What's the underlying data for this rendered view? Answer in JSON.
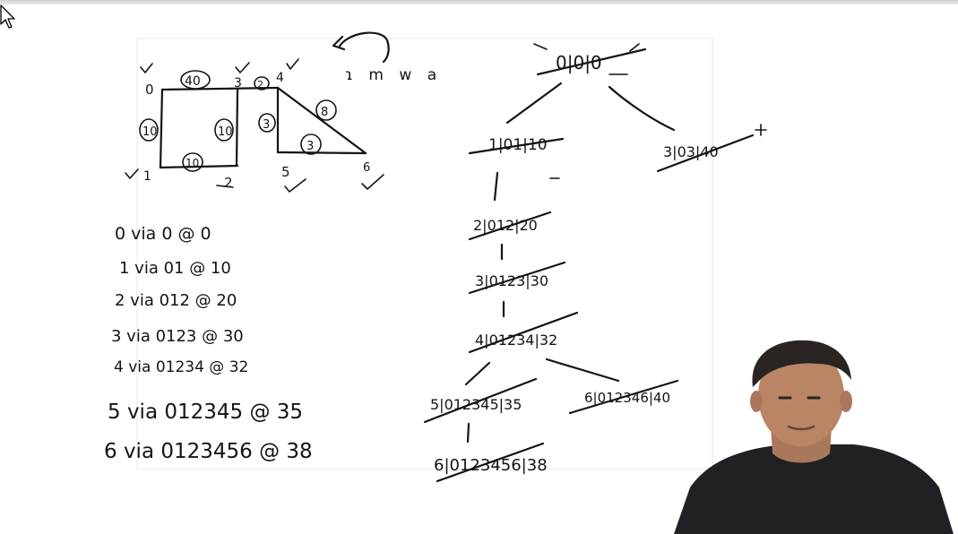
{
  "whiteboard": {
    "top_note": "ɿ m w a",
    "graph": {
      "vertex_labels": [
        "0",
        "1",
        "2",
        "3",
        "4",
        "5",
        "6"
      ],
      "edge_weights": [
        "40",
        "10",
        "10",
        "10",
        "3",
        "8",
        "3",
        "2"
      ]
    },
    "path_list": [
      {
        "text": "0  via  0  @  0"
      },
      {
        "text": "1 via  01  @ 10"
      },
      {
        "text": "2 via  012  @ 20"
      },
      {
        "text": "3 via  0123  @ 30"
      },
      {
        "text": "4 via  01234  @ 32"
      },
      {
        "text": "5 via  012345  @ 35"
      },
      {
        "text": "6 via  0123456 @ 38"
      }
    ],
    "tree": {
      "root": "0|0|0",
      "nodes": [
        {
          "id": "n1",
          "text": "1|01|10"
        },
        {
          "id": "n3b",
          "text": "3|03|40"
        },
        {
          "id": "n2",
          "text": "2|012|20"
        },
        {
          "id": "n3",
          "text": "3|0123|30"
        },
        {
          "id": "n4",
          "text": "4|01234|32"
        },
        {
          "id": "n5",
          "text": "5|012345|35"
        },
        {
          "id": "n6b",
          "text": "6|012346|40"
        },
        {
          "id": "n6",
          "text": "6|0123456|38"
        }
      ]
    }
  }
}
